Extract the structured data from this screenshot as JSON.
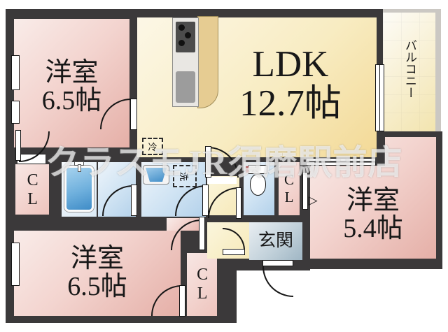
{
  "watermark": "クラスモJR須磨駅前店",
  "rooms": {
    "bedroom_top_left": {
      "label": "洋室",
      "size": "6.5帖"
    },
    "ldk": {
      "label": "LDK",
      "size": "12.7帖"
    },
    "bedroom_right": {
      "label": "洋室",
      "size": "5.4帖"
    },
    "bedroom_bottom": {
      "label": "洋室",
      "size": "6.5帖"
    },
    "entrance": {
      "label": "玄関"
    },
    "balcony": {
      "label": "バルコニー"
    }
  },
  "closets": {
    "left": "CL",
    "hall": "CL",
    "bottom": "CL"
  },
  "fixtures": {
    "refrigerator": "冷",
    "washing_machine": "洗",
    "open_door_marker": "▷"
  },
  "colors": {
    "wall": "#3b393a",
    "bedroom_fill": "#e5afa7",
    "ldk_fill": "#f3d996",
    "sanitary_fill": "#b3d1ea",
    "entrance_fill": "#9fb6c4",
    "balcony_fill": "#f2e3aa",
    "kitchen_counter_tan": "#e6cc92"
  }
}
